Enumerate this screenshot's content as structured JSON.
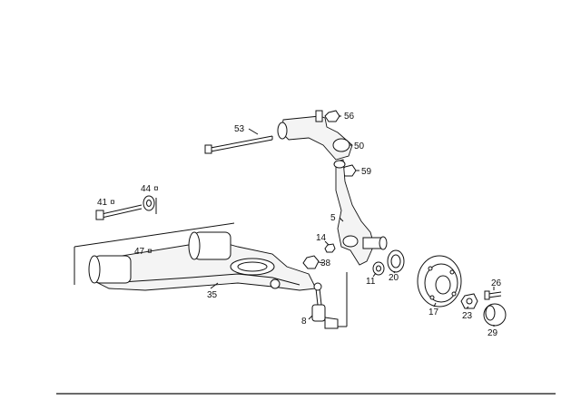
{
  "diagram": {
    "parts": [
      {
        "number": "53",
        "name": "bolt"
      },
      {
        "number": "56",
        "name": "nut"
      },
      {
        "number": "50",
        "name": "upper-control-arm"
      },
      {
        "number": "59",
        "name": "nut"
      },
      {
        "number": "5",
        "name": "steering-knuckle"
      },
      {
        "number": "14",
        "name": "nut"
      },
      {
        "number": "38",
        "name": "nut"
      },
      {
        "number": "11",
        "name": "nut"
      },
      {
        "number": "20",
        "name": "seal-ring"
      },
      {
        "number": "17",
        "name": "wheel-hub"
      },
      {
        "number": "26",
        "name": "bolt"
      },
      {
        "number": "23",
        "name": "clamp-nut"
      },
      {
        "number": "29",
        "name": "grease-cap"
      },
      {
        "number": "41",
        "name": "bolt"
      },
      {
        "number": "44",
        "name": "washer"
      },
      {
        "number": "47",
        "name": "nut"
      },
      {
        "number": "35",
        "name": "lower-control-arm"
      },
      {
        "number": "8",
        "name": "ball-joint"
      }
    ],
    "marker_symbol": "¤",
    "marked_parts": [
      "41",
      "44",
      "47"
    ]
  }
}
